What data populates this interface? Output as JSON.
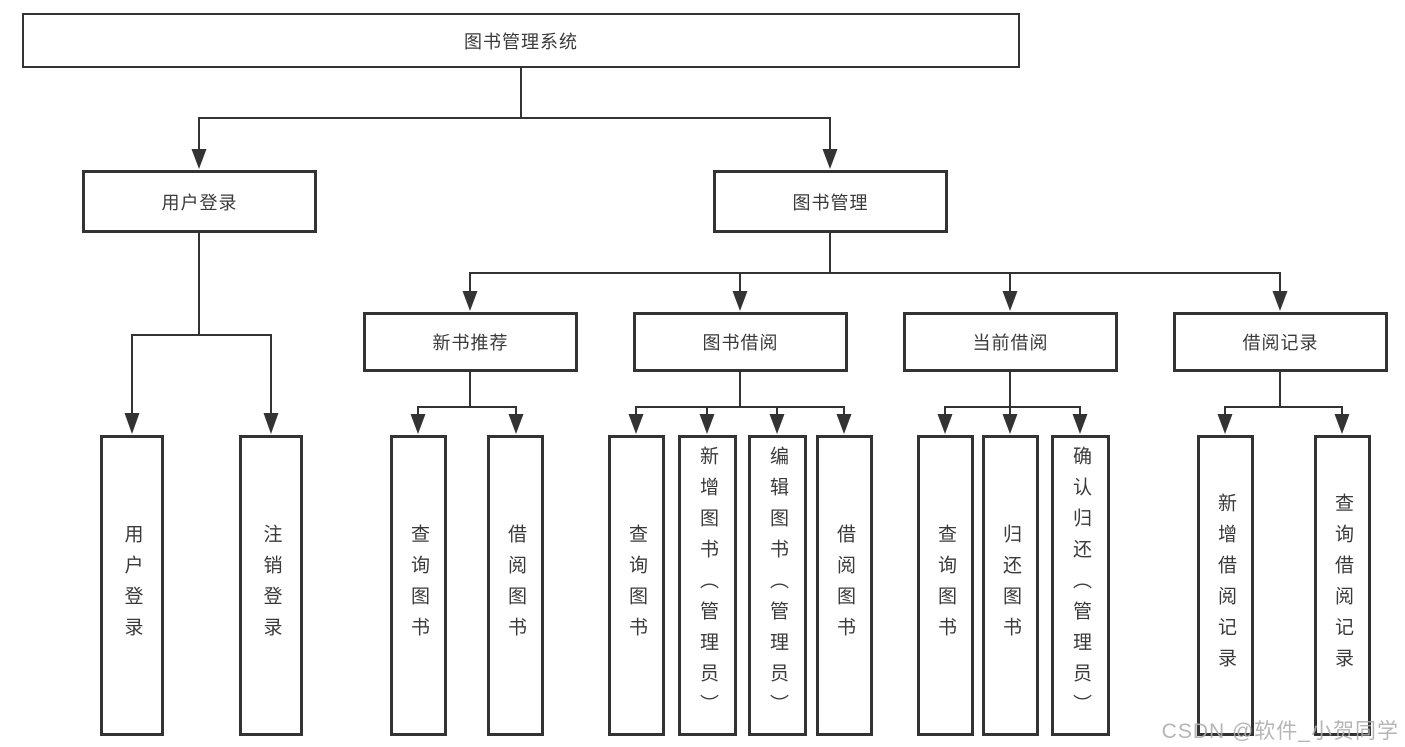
{
  "page": {
    "background": "#ffffff"
  },
  "colors": {
    "line": "#333333",
    "box_border": "#333333",
    "text": "#3a3a3a",
    "watermark_text": "#acacac"
  },
  "tree": {
    "root": {
      "label": "图书管理系统"
    },
    "branches": [
      {
        "label": "用户登录",
        "children": [
          "用户登录",
          "注销登录"
        ]
      },
      {
        "label": "图书管理",
        "sections": [
          {
            "label": "新书推荐",
            "children": [
              "查询图书",
              "借阅图书"
            ]
          },
          {
            "label": "图书借阅",
            "children": [
              "查询图书",
              "新增图书（管理员）",
              "编辑图书（管理员）",
              "借阅图书"
            ]
          },
          {
            "label": "当前借阅",
            "children": [
              "查询图书",
              "归还图书",
              "确认归还（管理员）"
            ]
          },
          {
            "label": "借阅记录",
            "children": [
              "新增借阅记录",
              "查询借阅记录"
            ]
          }
        ]
      }
    ]
  },
  "watermark": "CSDN @软件_小贺同学"
}
